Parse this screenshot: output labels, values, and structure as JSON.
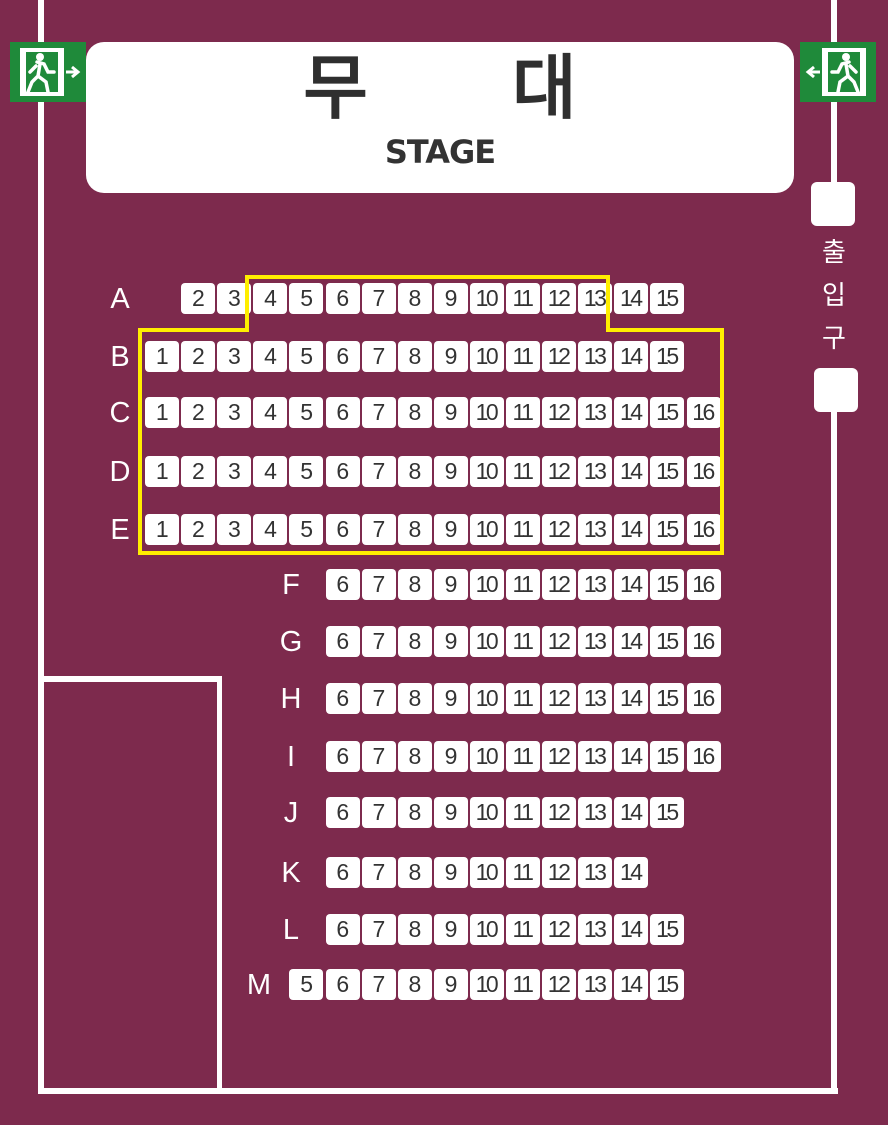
{
  "stage": {
    "korean": "무 대",
    "english": "STAGE"
  },
  "entrance_label": [
    "출",
    "입",
    "구"
  ],
  "icons": {
    "exit_sign": "emergency-exit-icon",
    "exit_sign_color": "#1f8a3a"
  },
  "colors": {
    "background": "#7d2a4d",
    "seat": "#ffffff",
    "seat_text": "#333333",
    "highlight": "#ffee00"
  },
  "rows": [
    {
      "label": "A",
      "seats": [
        "2",
        "3",
        "4",
        "5",
        "6",
        "7",
        "8",
        "9",
        "10",
        "11",
        "12",
        "13",
        "14",
        "15"
      ]
    },
    {
      "label": "B",
      "seats": [
        "1",
        "2",
        "3",
        "4",
        "5",
        "6",
        "7",
        "8",
        "9",
        "10",
        "11",
        "12",
        "13",
        "14",
        "15"
      ]
    },
    {
      "label": "C",
      "seats": [
        "1",
        "2",
        "3",
        "4",
        "5",
        "6",
        "7",
        "8",
        "9",
        "10",
        "11",
        "12",
        "13",
        "14",
        "15",
        "16"
      ]
    },
    {
      "label": "D",
      "seats": [
        "1",
        "2",
        "3",
        "4",
        "5",
        "6",
        "7",
        "8",
        "9",
        "10",
        "11",
        "12",
        "13",
        "14",
        "15",
        "16"
      ]
    },
    {
      "label": "E",
      "seats": [
        "1",
        "2",
        "3",
        "4",
        "5",
        "6",
        "7",
        "8",
        "9",
        "10",
        "11",
        "12",
        "13",
        "14",
        "15",
        "16"
      ]
    },
    {
      "label": "F",
      "seats": [
        "6",
        "7",
        "8",
        "9",
        "10",
        "11",
        "12",
        "13",
        "14",
        "15",
        "16"
      ]
    },
    {
      "label": "G",
      "seats": [
        "6",
        "7",
        "8",
        "9",
        "10",
        "11",
        "12",
        "13",
        "14",
        "15",
        "16"
      ]
    },
    {
      "label": "H",
      "seats": [
        "6",
        "7",
        "8",
        "9",
        "10",
        "11",
        "12",
        "13",
        "14",
        "15",
        "16"
      ]
    },
    {
      "label": "I",
      "seats": [
        "6",
        "7",
        "8",
        "9",
        "10",
        "11",
        "12",
        "13",
        "14",
        "15",
        "16"
      ]
    },
    {
      "label": "J",
      "seats": [
        "6",
        "7",
        "8",
        "9",
        "10",
        "11",
        "12",
        "13",
        "14",
        "15"
      ]
    },
    {
      "label": "K",
      "seats": [
        "6",
        "7",
        "8",
        "9",
        "10",
        "11",
        "12",
        "13",
        "14"
      ]
    },
    {
      "label": "L",
      "seats": [
        "6",
        "7",
        "8",
        "9",
        "10",
        "11",
        "12",
        "13",
        "14",
        "15"
      ]
    },
    {
      "label": "M",
      "seats": [
        "5",
        "6",
        "7",
        "8",
        "9",
        "10",
        "11",
        "12",
        "13",
        "14",
        "15"
      ]
    }
  ],
  "highlighted_seats": {
    "A": [
      "4",
      "5",
      "6",
      "7",
      "8",
      "9",
      "10",
      "11",
      "12",
      "13"
    ],
    "B": [
      "1",
      "2",
      "3",
      "4",
      "5",
      "6",
      "7",
      "8",
      "9",
      "10",
      "11",
      "12",
      "13",
      "14",
      "15"
    ],
    "C": [
      "1",
      "2",
      "3",
      "4",
      "5",
      "6",
      "7",
      "8",
      "9",
      "10",
      "11",
      "12",
      "13",
      "14",
      "15",
      "16"
    ],
    "D": [
      "1",
      "2",
      "3",
      "4",
      "5",
      "6",
      "7",
      "8",
      "9",
      "10",
      "11",
      "12",
      "13",
      "14",
      "15",
      "16"
    ],
    "E": [
      "1",
      "2",
      "3",
      "4",
      "5",
      "6",
      "7",
      "8",
      "9",
      "10",
      "11",
      "12",
      "13",
      "14",
      "15",
      "16"
    ]
  }
}
